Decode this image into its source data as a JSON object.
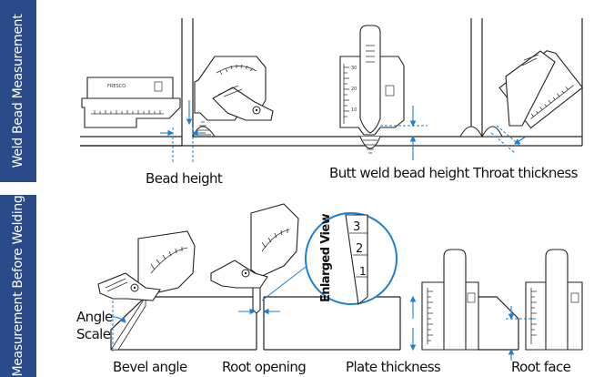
{
  "sections": {
    "top_title": "Weld Bead Measurement",
    "bottom_title": "Measurement Before Welding"
  },
  "labels": {
    "bead_height": "Bead height",
    "butt_weld_bead_height": "Butt weld bead height",
    "throat_thickness": "Throat thickness",
    "angle_scale_line1": "Angle",
    "angle_scale_line2": "Scale",
    "bevel_angle": "Bevel angle",
    "root_opening": "Root opening",
    "plate_thickness": "Plate thickness",
    "root_face": "Root face",
    "enlarged_view": "Enlarged View"
  },
  "enlarged_scale_numbers": [
    "3",
    "2",
    "1"
  ],
  "colors": {
    "sidebar": "#2b4a8a",
    "dimension_lines": "#1e7fd0",
    "ink": "#222222"
  }
}
